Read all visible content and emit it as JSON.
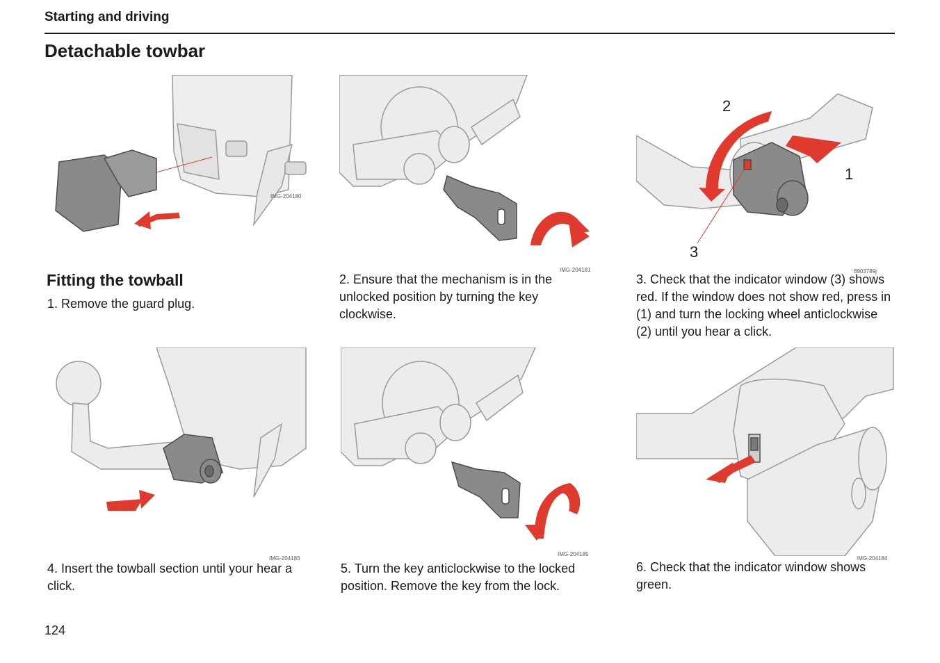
{
  "header": {
    "section": "Starting and driving",
    "title": "Detachable towbar"
  },
  "subtitle": "Fitting the towball",
  "steps": [
    "1. Remove the guard plug.",
    "2. Ensure that the mechanism is in the unlocked position by turning the key clockwise.",
    "3. Check that the indicator window (3) shows red. If the window does not show red, press in (1) and turn the locking wheel anticlockwise (2) until you hear a click.",
    "4. Insert the towball section until your hear a click.",
    "5. Turn the key anticlockwise to the locked position. Remove the key from the lock.",
    "6. Check that the indicator window shows green."
  ],
  "image_codes": [
    "IMG-204180",
    "IMG-204181",
    "8903789j",
    "IMG-204183",
    "IMG-204185",
    "IMG-204184"
  ],
  "callouts": {
    "press": "1",
    "turn": "2",
    "window": "3"
  },
  "page_number": "124",
  "colors": {
    "arrow_red": "#e03a2f",
    "part_dark": "#7a7a7a",
    "part_light": "#e6e6e6",
    "line": "#9a9a9a"
  }
}
